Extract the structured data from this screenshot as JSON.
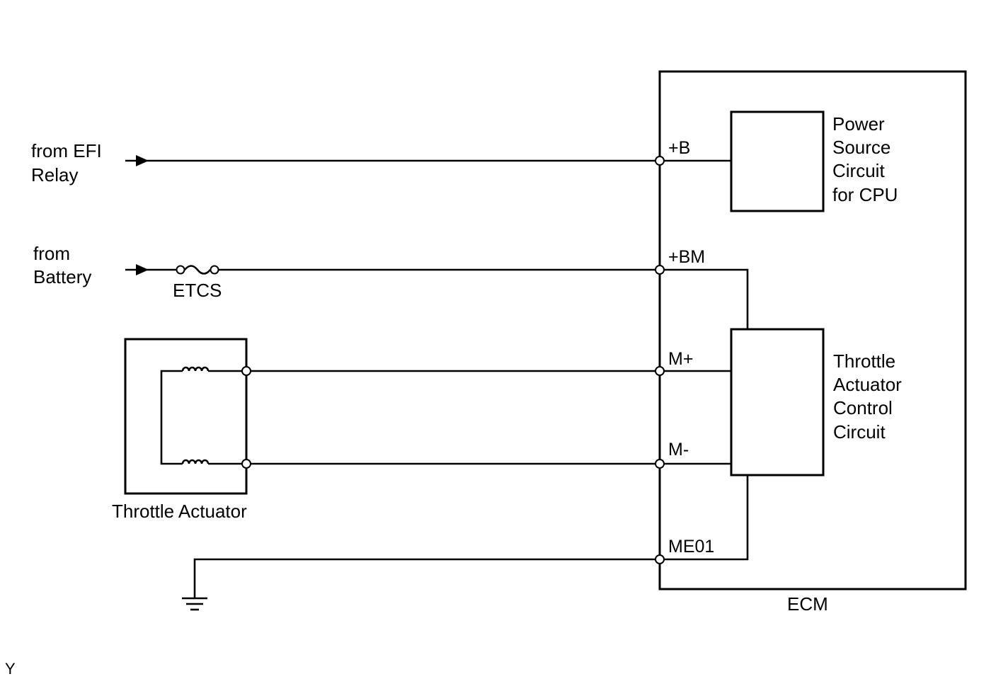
{
  "labels": {
    "efi_line1": "from EFI",
    "efi_line2": "Relay",
    "battery_line1": "from",
    "battery_line2": "Battery",
    "fuse": "ETCS",
    "throttle_actuator": "Throttle Actuator",
    "ecm": "ECM",
    "corner_mark": "Y"
  },
  "pins": {
    "b": "+B",
    "bm": "+BM",
    "m_plus": "M+",
    "m_minus": "M-",
    "me01": "ME01"
  },
  "power_circuit": [
    "Power",
    "Source",
    "Circuit",
    "for CPU"
  ],
  "throttle_circuit": [
    "Throttle",
    "Actuator",
    "Control",
    "Circuit"
  ],
  "icons": {
    "fuse": "fuse-icon",
    "coil": "coil-icon",
    "ground": "ground-icon",
    "arrow": "arrow-icon"
  },
  "colors": {
    "line": "#000000",
    "background": "#ffffff"
  }
}
